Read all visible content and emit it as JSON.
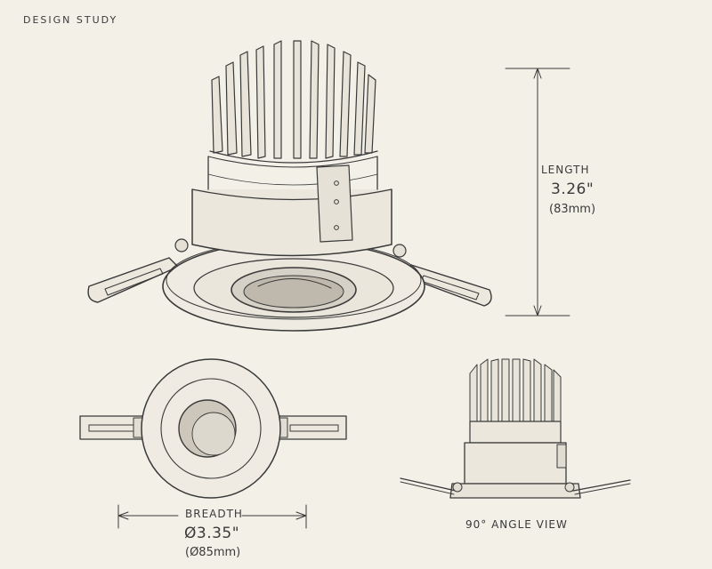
{
  "header": {
    "study_label": "DESIGN STUDY"
  },
  "length_dimension": {
    "title": "LENGTH",
    "imperial": "3.26\"",
    "metric": "(83mm)"
  },
  "breadth_dimension": {
    "title": "BREADTH",
    "imperial": "Ø3.35\"",
    "metric": "(Ø85mm)"
  },
  "side_view": {
    "caption": "90° ANGLE VIEW"
  },
  "colors": {
    "paper": "#f3f0e8",
    "ink": "#3a3a3a"
  }
}
